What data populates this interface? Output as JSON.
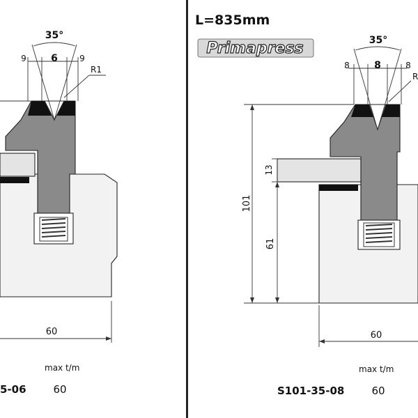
{
  "colors": {
    "die_fill": "#8a8a8a",
    "die_light": "#b9b9b9",
    "block_fill": "#e4e4e4",
    "base_fill": "#f2f2f2",
    "pad_fill": "#111111",
    "divider": "#222222"
  },
  "left_panel": {
    "angle": "35°",
    "dim_left": "9",
    "dim_center": "6",
    "dim_right": "9",
    "radius": "R1",
    "base_width": "60",
    "model_code": "5-06",
    "max_tm_label": "max t/m",
    "max_tm_value": "60"
  },
  "right_panel": {
    "length_title": "L=835mm",
    "brand": "Primapress",
    "angle": "35°",
    "dim_left": "8",
    "dim_center": "8",
    "dim_right": "8",
    "radius": "R",
    "height_total": "101",
    "height_step": "13",
    "height_base": "61",
    "base_width": "60",
    "model_code": "S101-35-08",
    "max_tm_label": "max t/m",
    "max_tm_value": "60"
  }
}
